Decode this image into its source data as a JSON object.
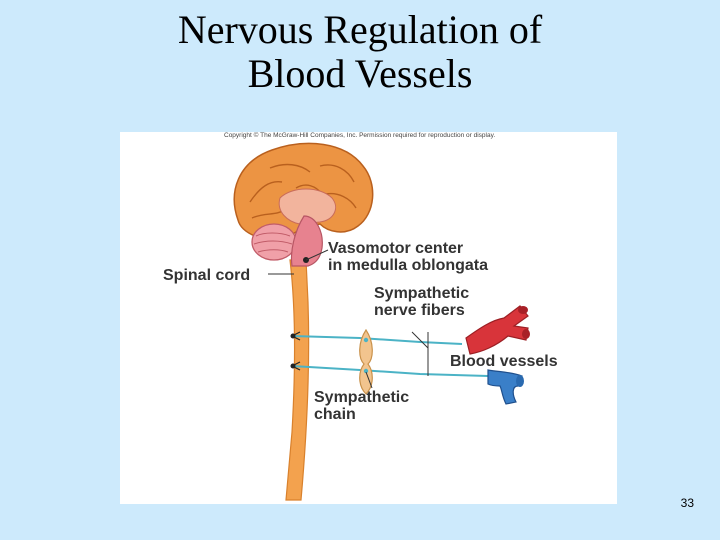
{
  "slide": {
    "title_line1": "Nervous Regulation of",
    "title_line2": "Blood Vessels",
    "page_number": "33"
  },
  "figure": {
    "copyright": "Copyright © The McGraw-Hill Companies, Inc. Permission required for reproduction or display.",
    "labels": {
      "spinal_cord": "Spinal cord",
      "vasomotor_line1": "Vasomotor center",
      "vasomotor_line2": "in medulla oblongata",
      "sympathetic_nerve_line1": "Sympathetic",
      "sympathetic_nerve_line2": "nerve fibers",
      "blood_vessels": "Blood vessels",
      "sympathetic_chain_line1": "Sympathetic",
      "sympathetic_chain_line2": "chain"
    }
  },
  "colors": {
    "background": "#cdeafc",
    "spinal_cord": "#f3a24e",
    "brain_cortex": "#e98a3c",
    "brainstem": "#e7828f",
    "nerve_fiber": "#4bb3c6",
    "artery": "#d8343a",
    "vein": "#3a7fc8"
  }
}
